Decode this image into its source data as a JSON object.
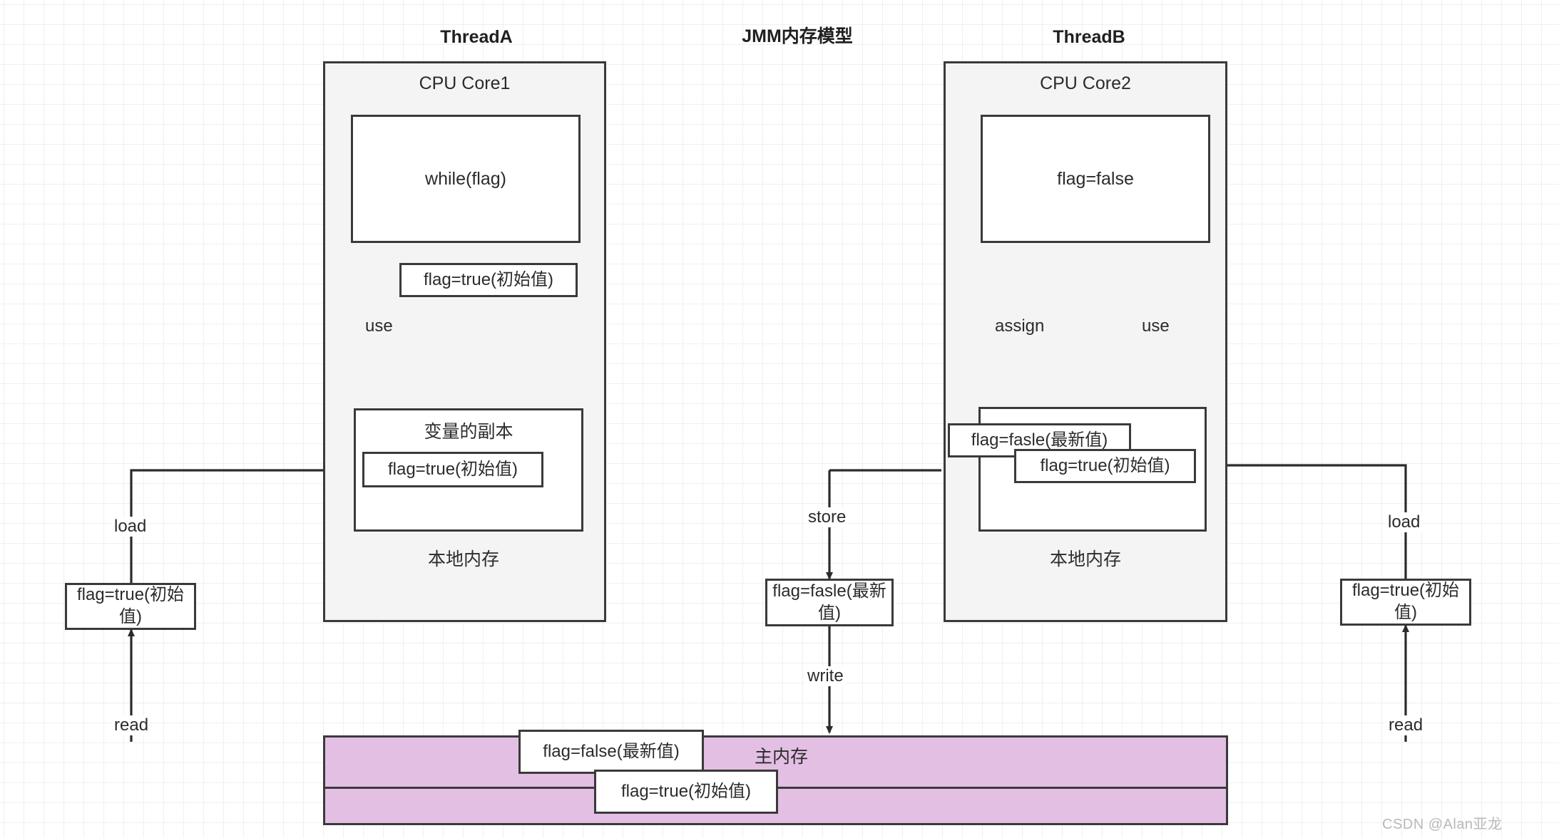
{
  "diagram": {
    "title": "JMM内存模型",
    "watermark": "CSDN @Alan亚龙",
    "colors": {
      "main_memory_fill": "#e4bfe4",
      "thread_panel_fill": "#f4f4f4",
      "stroke": "#3a3a3a",
      "text": "#2b2b2b",
      "grid_line": "#efefef"
    }
  },
  "thread_a": {
    "title": "ThreadA",
    "cpu_core_label": "CPU Core1",
    "cpu_code": "while(flag)",
    "cpu_value_box": "flag=true(初始值)",
    "use_label": "use",
    "variable_copy_label": "变量的副本",
    "variable_copy_value": "flag=true(初始值)",
    "local_memory_label": "本地内存"
  },
  "thread_b": {
    "title": "ThreadB",
    "cpu_core_label": "CPU Core2",
    "cpu_code": "flag=false",
    "assign_label": "assign",
    "use_label": "use",
    "local_new_value": "flag=fasle(最新值)",
    "local_initial_value": "flag=true(初始值)",
    "local_memory_label": "本地内存"
  },
  "store_chain": {
    "store_label": "store",
    "store_value": "flag=fasle(最新值)",
    "write_label": "write"
  },
  "left_chain": {
    "load_label": "load",
    "value": "flag=true(初始值)",
    "read_label": "read"
  },
  "right_chain": {
    "load_label": "load",
    "value": "flag=true(初始值)",
    "read_label": "read"
  },
  "main_memory": {
    "title": "主内存",
    "new_value": "flag=false(最新值)",
    "initial_value": "flag=true(初始值)"
  }
}
